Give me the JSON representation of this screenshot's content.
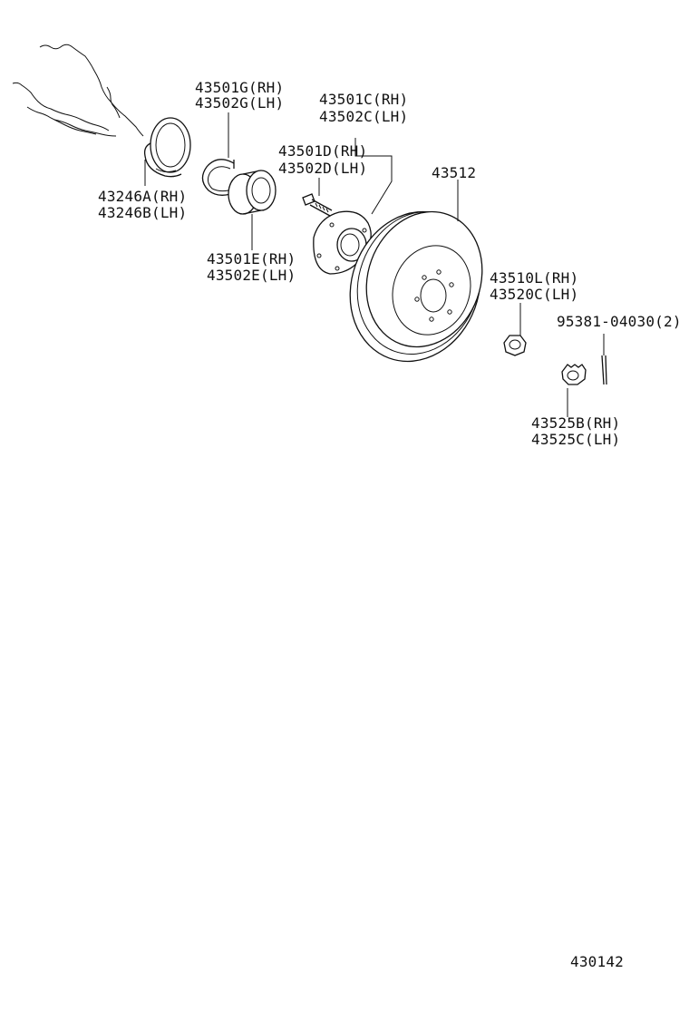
{
  "labels": {
    "seal_rh": "43246A(RH)",
    "seal_lh": "43246B(LH)",
    "snap_rh": "43501G(RH)",
    "snap_lh": "43502G(LH)",
    "bearing_rh": "43501E(RH)",
    "bearing_lh": "43502E(LH)",
    "hub_rh": "43501C(RH)",
    "hub_lh": "43502C(LH)",
    "bolt_rh": "43501D(RH)",
    "bolt_lh": "43502D(LH)",
    "rotor": "43512",
    "cap_rh": "43510L(RH)",
    "cap_lh": "43520C(LH)",
    "pin": "95381-04030(2)",
    "nut_rh": "43525B(RH)",
    "nut_lh": "43525C(LH)",
    "figure_no": "430142"
  }
}
